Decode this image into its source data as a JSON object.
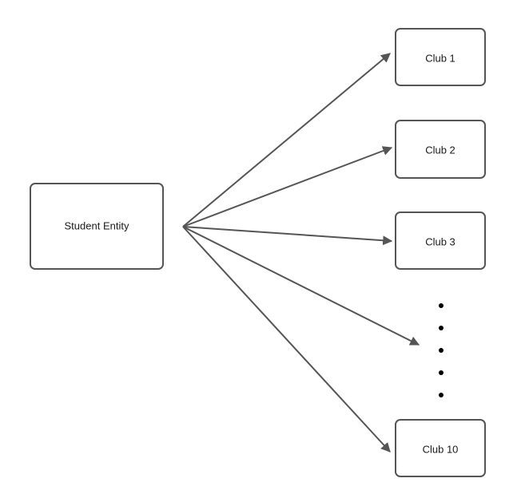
{
  "diagram": {
    "source": {
      "label": "Student Entity"
    },
    "targets": [
      {
        "label": "Club 1"
      },
      {
        "label": "Club 2"
      },
      {
        "label": "Club 3"
      },
      {
        "label": "Club 10"
      }
    ],
    "colors": {
      "stroke": "#555555",
      "text": "#1a1a1a",
      "background": "#ffffff"
    }
  }
}
